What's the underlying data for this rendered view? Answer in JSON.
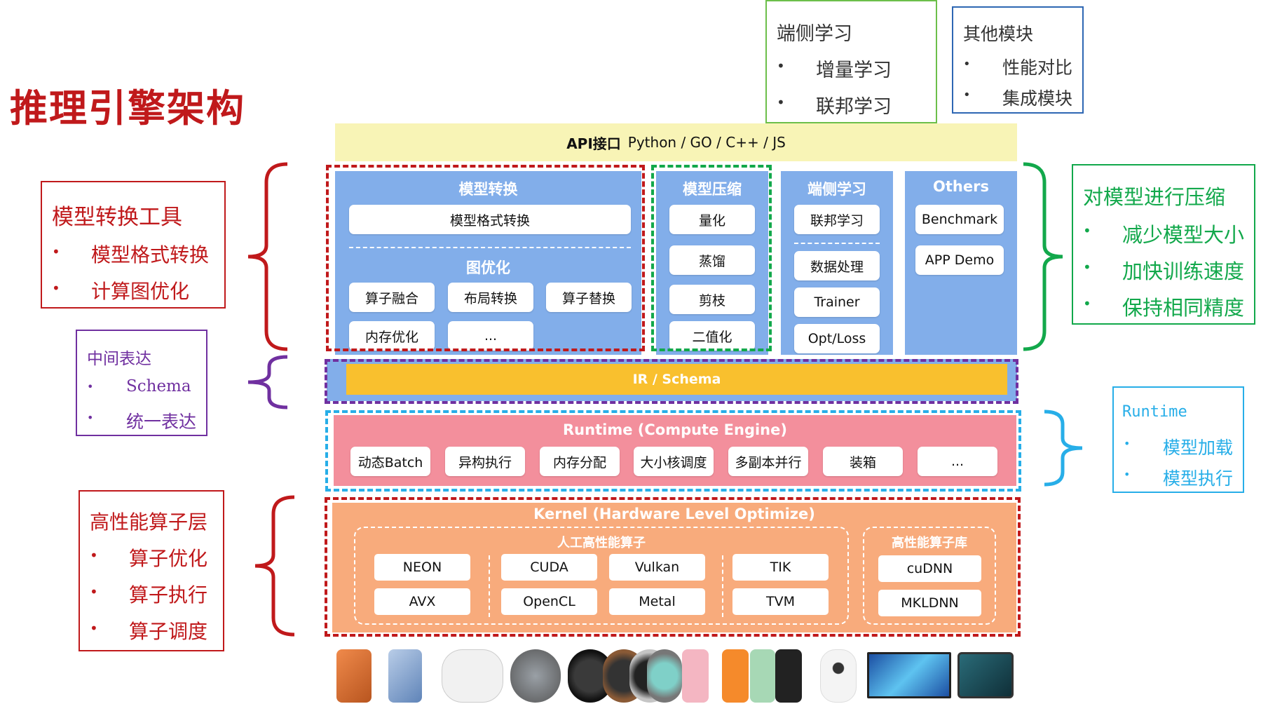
{
  "title": "推理引擎架构",
  "top_boxes": {
    "device_learning": {
      "title": "端侧学习",
      "items": [
        "增量学习",
        "联邦学习"
      ],
      "color": "#6cbf4a"
    },
    "other_modules": {
      "title": "其他模块",
      "items": [
        "性能对比",
        "集成模块"
      ],
      "color": "#2e67b3"
    }
  },
  "api": {
    "label": "API接口",
    "langs": "Python / GO / C++ / JS",
    "color": "#f8f4b6"
  },
  "columns": {
    "model_convert": {
      "title": "模型转换",
      "format_chip": "模型格式转换",
      "graph_title": "图优化",
      "chips": [
        "算子融合",
        "布局转换",
        "算子替换",
        "内存优化",
        "..."
      ]
    },
    "model_compress": {
      "title": "模型压缩",
      "chips": [
        "量化",
        "蒸馏",
        "剪枝",
        "二值化"
      ]
    },
    "device_learning": {
      "title": "端侧学习",
      "chips": [
        "联邦学习",
        "数据处理",
        "Trainer",
        "Opt/Loss"
      ]
    },
    "others": {
      "title": "Others",
      "chips": [
        "Benchmark",
        "APP Demo"
      ]
    }
  },
  "ir": {
    "label": "IR / Schema",
    "color": "#f9c02e"
  },
  "runtime": {
    "title": "Runtime (Compute Engine)",
    "chips": [
      "动态Batch",
      "异构执行",
      "内存分配",
      "大小核调度",
      "多副本并行",
      "装箱",
      "..."
    ],
    "color": "#f38f9c"
  },
  "kernel": {
    "title": "Kernel (Hardware Level Optimize)",
    "manual_title": "人工高性能算子",
    "manual_chips": [
      "NEON",
      "CUDA",
      "Vulkan",
      "TIK",
      "AVX",
      "OpenCL",
      "Metal",
      "TVM"
    ],
    "lib_title": "高性能算子库",
    "lib_chips": [
      "cuDNN",
      "MKLDNN"
    ],
    "color": "#f8ab7c"
  },
  "left_boxes": {
    "convert_tool": {
      "title": "模型转换工具",
      "items": [
        "模型格式转换",
        "计算图优化"
      ],
      "color": "#c0191b"
    },
    "ir": {
      "title": "中间表达",
      "items": [
        "Schema",
        "统一表达"
      ],
      "color": "#7030a0"
    },
    "kernel": {
      "title": "高性能算子层",
      "items": [
        "算子优化",
        "算子执行",
        "算子调度"
      ],
      "color": "#c0191b"
    }
  },
  "right_boxes": {
    "compress": {
      "title": "对模型进行压缩",
      "items": [
        "减少模型大小",
        "加快训练速度",
        "保持相同精度"
      ],
      "color": "#12a84b"
    },
    "runtime": {
      "title": "Runtime",
      "items": [
        "模型加载",
        "模型执行"
      ],
      "color": "#27aee8"
    }
  },
  "bullet": "•",
  "devices": [
    "phone-orange-icon",
    "phone-blue-icon",
    "earbuds-white-icon",
    "earbuds-gray-icon",
    "watch-black-icon",
    "watch-brown-icon",
    "watch-silver-icon",
    "watch-gray-icon",
    "band-pink-icon",
    "band-orange-icon",
    "band-green-icon",
    "band-black-icon",
    "camera-icon",
    "tv-icon",
    "tablet-icon"
  ]
}
